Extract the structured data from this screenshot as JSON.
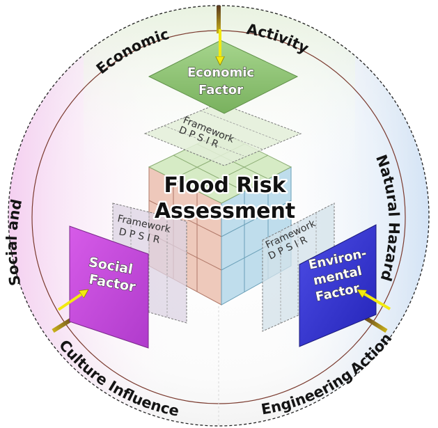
{
  "title": {
    "line1": "Flood Risk",
    "line2": "Assessment"
  },
  "ring": {
    "economic_word": "Economic",
    "activity_word": "Activity",
    "natural_hazard": "Natural Hazard",
    "engineering": "Engineering",
    "action": "Action",
    "culture_influence": "Culture Influence",
    "social_and": "Social and"
  },
  "factors": {
    "economic": {
      "line1": "Economic",
      "line2": "Factor",
      "color": "#8dc473"
    },
    "social": {
      "line1": "Social",
      "line2": "Factor",
      "color": "#c14ad8"
    },
    "environmental": {
      "line1": "Environ-",
      "line2": "mental",
      "line3": "Factor",
      "color": "#3a3ad0"
    }
  },
  "framework": {
    "label": "Framework",
    "letters": "D  P  S  I  R"
  },
  "colors": {
    "arrow": "#f2ea10",
    "ring_line": "#6a3a30",
    "cube_left": "#e8b7a4",
    "cube_top": "#cfe7bb",
    "cube_right": "#a9d2e6"
  }
}
